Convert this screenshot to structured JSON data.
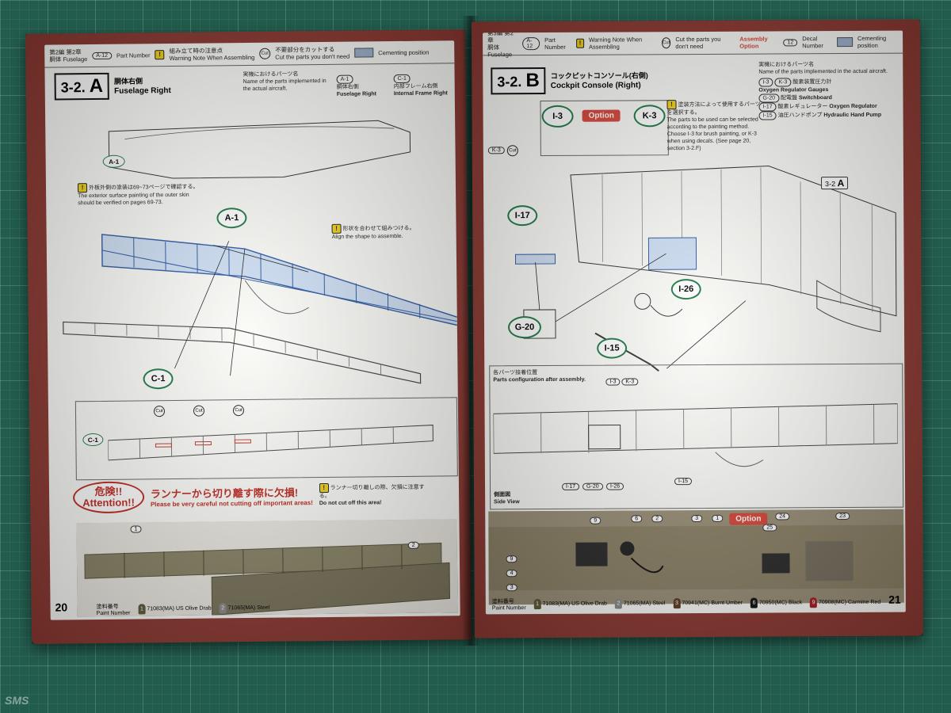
{
  "left_page": {
    "header": {
      "section": "第2編 第2章",
      "fuselage_jp": "胴体",
      "fuselage_en": "Fuselage",
      "part_number_badge": "A-12",
      "part_number_label": "Part Number",
      "warning_note_jp": "組み立て時の注意点",
      "warning_note_en": "Warning Note When Assembling",
      "cut_label_jp": "不要部分をカットする",
      "cut_label_en": "Cut the parts you don't need",
      "swatch_label": "Cementing position"
    },
    "step": {
      "number": "3-2.",
      "letter": "A",
      "title_jp": "胴体右側",
      "title_en": "Fuselage Right"
    },
    "legend": {
      "title_jp": "実機におけるパーツ名",
      "title_en": "Name of the parts implemented in the actual aircraft.",
      "items": [
        {
          "badge": "A-1",
          "jp": "胴体右側",
          "en": "Fuselage Right"
        },
        {
          "badge": "C-1",
          "jp": "内部フレーム右側",
          "en": "Internal Frame Right"
        }
      ]
    },
    "notes": {
      "surface_jp": "外板外側の塗装は69~73ページで確認する。",
      "surface_en": "The exterior surface painting of the outer skin should be verified on pages 69-73.",
      "align_jp": "形状を合わせて組みつける。",
      "align_en": "Align the shape to assemble."
    },
    "callouts": {
      "a1_top": "A-1",
      "a1_main": "A-1",
      "c1_main": "C-1",
      "c1_lower": "C-1"
    },
    "cut_marks": [
      "Cut",
      "Cut",
      "Cut"
    ],
    "attention": {
      "oval_jp": "危険!!",
      "oval_en": "Attention!!",
      "warning_jp": "ランナーから切り離す際に欠損!",
      "warning_en": "Please be very careful not cutting off important areas!",
      "tip_jp": "ランナー切り離しの際、欠損に注意する。",
      "tip_en": "Do not cut off this area!"
    },
    "photo_markers": [
      "1",
      "2"
    ],
    "page_number": "20",
    "paint": {
      "label_jp": "塗料番号",
      "label_en": "Paint Number",
      "items": [
        {
          "num": "1",
          "code": "71083(MA)",
          "name": "US Olive Drab",
          "color": "#5f5a3a"
        },
        {
          "num": "2",
          "code": "71065(MA)",
          "name": "Steel",
          "color": "#8a8a8a"
        }
      ]
    }
  },
  "right_page": {
    "header": {
      "section": "第3編 第2章",
      "fuselage_jp": "胴体",
      "fuselage_en": "Fuselage",
      "part_number_badge": "A-12",
      "part_number_label": "Part Number",
      "warning_note_en": "Warning Note When Assembling",
      "cut_label_en": "Cut the parts you don't need",
      "option_label": "Assembly Option",
      "decal_badge": "12",
      "decal_label": "Decal Number",
      "swatch_label": "Cementing position"
    },
    "step": {
      "number": "3-2.",
      "letter": "B",
      "title_jp": "コックピットコンソール(右側)",
      "title_en": "Cockpit Console (Right)"
    },
    "legend": {
      "title_jp": "実機におけるパーツ名",
      "title_en": "Name of the parts implemented in the actual aircraft.",
      "items": [
        {
          "badge": "I-3",
          "badge2": "K-3",
          "jp": "酸素装置圧力計",
          "en": "Oxygen Regulator Gauges"
        },
        {
          "badge": "G-20",
          "jp": "配電盤",
          "en": "Switchboard"
        },
        {
          "badge": "I-17",
          "jp": "酸素レギュレーター",
          "en": "Oxygen Regulator"
        },
        {
          "badge": "I-15",
          "jp": "油圧ハンドポンプ",
          "en": "Hydraulic Hand Pump"
        }
      ]
    },
    "option_note_jp": "塗装方法によって使用するパーツを選択する。",
    "option_note_en": "The parts to be used can be selected according to the painting method. Choose I-3 for brush painting, or K-3 when using decals. (See page 20, section 3-2.F)",
    "option_tag": "Option",
    "callouts": {
      "i3": "I-3",
      "k3": "K-3",
      "i17": "I-17",
      "g20": "G-20",
      "i26": "I-26",
      "i15": "I-15",
      "k3_small": "K-3",
      "cut": "Cut"
    },
    "ref_box": {
      "number": "3-2",
      "letter": "A"
    },
    "config": {
      "title_jp": "各パーツ接着位置",
      "title_en": "Parts configuration after assembly.",
      "chips": [
        "I-3",
        "K-3",
        "I-17",
        "G-20",
        "I-26",
        "I-15"
      ],
      "side_view_jp": "側面図",
      "side_view_en": "Side View"
    },
    "photo_markers": [
      "9",
      "6",
      "2",
      "3",
      "1",
      "24",
      "25",
      "23",
      "9",
      "4",
      "3"
    ],
    "page_number": "21",
    "paint": {
      "label_jp": "塗料番号",
      "label_en": "Paint Number",
      "items": [
        {
          "num": "1",
          "code": "71083(MA)",
          "name": "US Olive Drab",
          "color": "#5f5a3a"
        },
        {
          "num": "2",
          "code": "71065(MA)",
          "name": "Steel",
          "color": "#8a8a8a"
        },
        {
          "num": "3",
          "code": "70941(MC)",
          "name": "Burnt Umber",
          "color": "#5b3b24"
        },
        {
          "num": "6",
          "code": "70950(MC)",
          "name": "Black",
          "color": "#111111"
        },
        {
          "num": "9",
          "code": "70908(MC)",
          "name": "Carmine Red",
          "color": "#a51f25"
        }
      ]
    }
  },
  "watermark": "SMS"
}
